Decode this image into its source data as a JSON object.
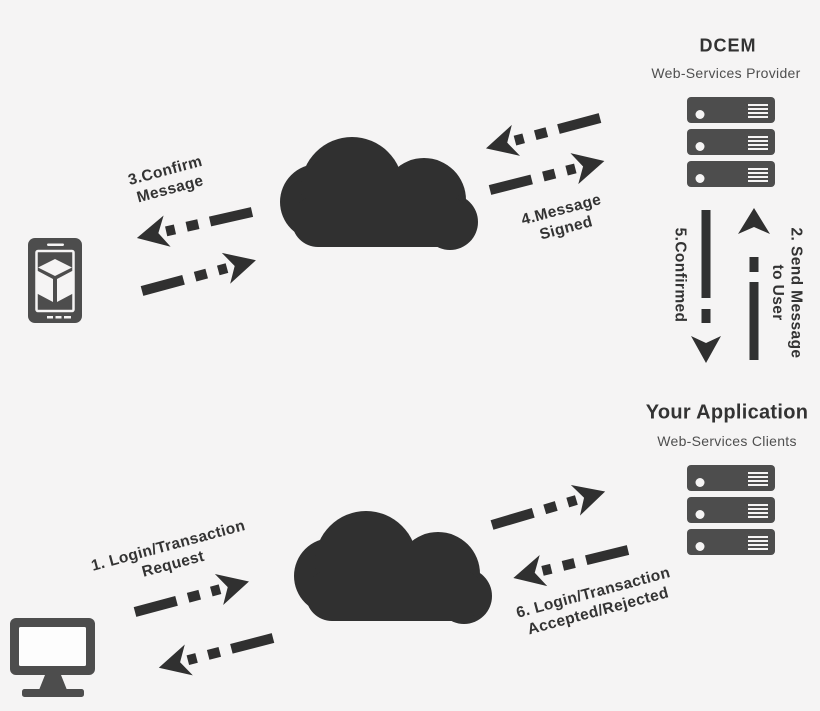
{
  "provider": {
    "title": "DCEM",
    "subtitle": "Web-Services Provider"
  },
  "application": {
    "title": "Your Application",
    "subtitle": "Web-Services Clients"
  },
  "flows": {
    "login_request": {
      "line1": "1. Login/Transaction",
      "line2": "Request"
    },
    "send_message_to_user": {
      "line1": "2. Send Message",
      "line2": "to User"
    },
    "confirm_message": {
      "line1": "3.Confirm",
      "line2": "Message"
    },
    "message_signed": {
      "line1": "4.Message",
      "line2": "Signed"
    },
    "confirmed": {
      "text": "5.Confirmed"
    },
    "login_result": {
      "line1": "6. Login/Transaction",
      "line2": "Accepted/Rejected"
    }
  },
  "icons": {
    "user_device": "smartphone-cube-icon",
    "network_top": "cloud-icon",
    "network_bottom": "cloud-icon",
    "provider_servers": "server-stack-icon",
    "application_servers": "server-stack-icon",
    "client_device": "desktop-monitor-icon"
  },
  "colors": {
    "background": "#f5f4f4",
    "ink": "#303030",
    "device": "#4d4d4d",
    "title": "#333333",
    "subtitle": "#4f4f4f",
    "screen": "#fdfdfd"
  }
}
